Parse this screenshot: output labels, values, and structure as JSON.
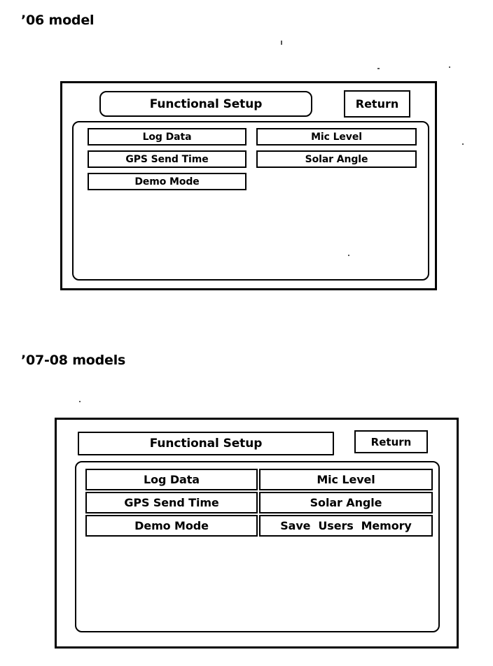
{
  "document": {
    "type": "patent-figure",
    "background_color": "#ffffff",
    "ink_color": "#000000"
  },
  "sections": [
    {
      "id": "model-06",
      "heading": "’06 model",
      "screen": {
        "title_button": {
          "label": "Functional Setup",
          "shape": "rounded"
        },
        "return_button": {
          "label": "Return",
          "shape": "square"
        },
        "menu_buttons": [
          {
            "label": "Log Data",
            "column": "left",
            "row": 1
          },
          {
            "label": "GPS Send Time",
            "column": "left",
            "row": 2
          },
          {
            "label": "Demo Mode",
            "column": "left",
            "row": 3
          },
          {
            "label": "Mic Level",
            "column": "right",
            "row": 1
          },
          {
            "label": "Solar Angle",
            "column": "right",
            "row": 2
          }
        ]
      }
    },
    {
      "id": "model-0708",
      "heading": "’07-08 models",
      "screen": {
        "title_button": {
          "label": "Functional Setup",
          "shape": "square"
        },
        "return_button": {
          "label": "Return",
          "shape": "square"
        },
        "menu_buttons": [
          {
            "label": "Log Data",
            "column": "left",
            "row": 1
          },
          {
            "label": "GPS Send Time",
            "column": "left",
            "row": 2
          },
          {
            "label": "Demo Mode",
            "column": "left",
            "row": 3
          },
          {
            "label": "Mic Level",
            "column": "right",
            "row": 1
          },
          {
            "label": "Solar Angle",
            "column": "right",
            "row": 2
          },
          {
            "label": "Save  Users  Memory",
            "column": "right",
            "row": 3
          }
        ]
      }
    }
  ]
}
